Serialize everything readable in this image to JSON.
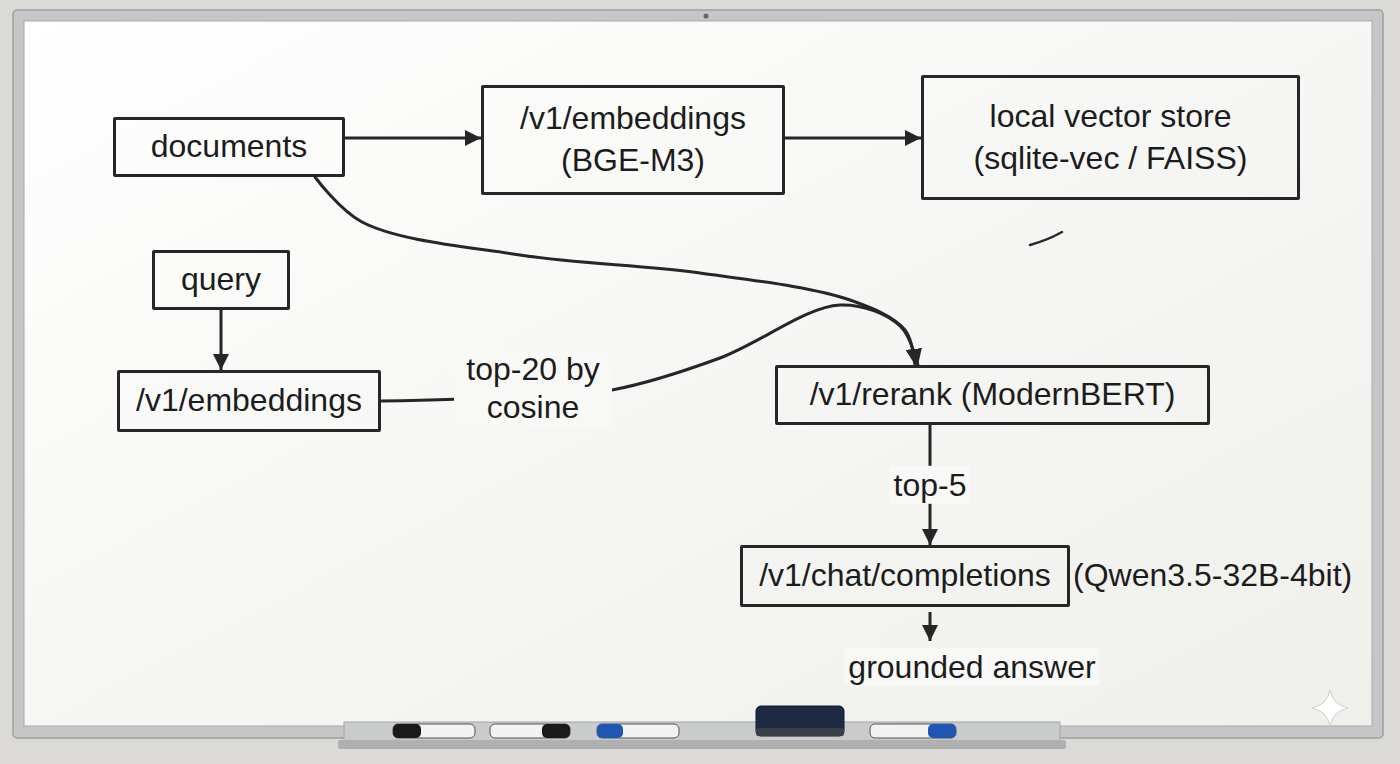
{
  "diagram": {
    "nodes": [
      {
        "text": [
          "documents"
        ]
      },
      {
        "text": [
          "/v1/embeddings",
          "(BGE-M3)"
        ]
      },
      {
        "text": [
          "local vector store",
          "(sqlite-vec / FAISS)"
        ]
      },
      {
        "text": [
          "query"
        ]
      },
      {
        "text": [
          "/v1/embeddings"
        ]
      },
      {
        "text": [
          "/v1/rerank (ModernBERT)"
        ]
      },
      {
        "text": [
          "/v1/chat/completions",
          "(Qwen3.5-32B-4bit)"
        ]
      }
    ],
    "edges": [
      {
        "from": 0,
        "to": 1,
        "arrow": "to"
      },
      {
        "from": 1,
        "to": 2,
        "arrow": "to"
      },
      {
        "from": 0,
        "to": 5,
        "arrow": "to"
      },
      {
        "from": 3,
        "to": 4,
        "arrow": "to"
      },
      {
        "from": 4,
        "to": 5,
        "label": "top-20 by cosine",
        "arrow": "to"
      },
      {
        "from": 5,
        "to": 6,
        "label": "top-5",
        "arrow": "to"
      }
    ],
    "labels": [
      "grounded answer"
    ]
  }
}
